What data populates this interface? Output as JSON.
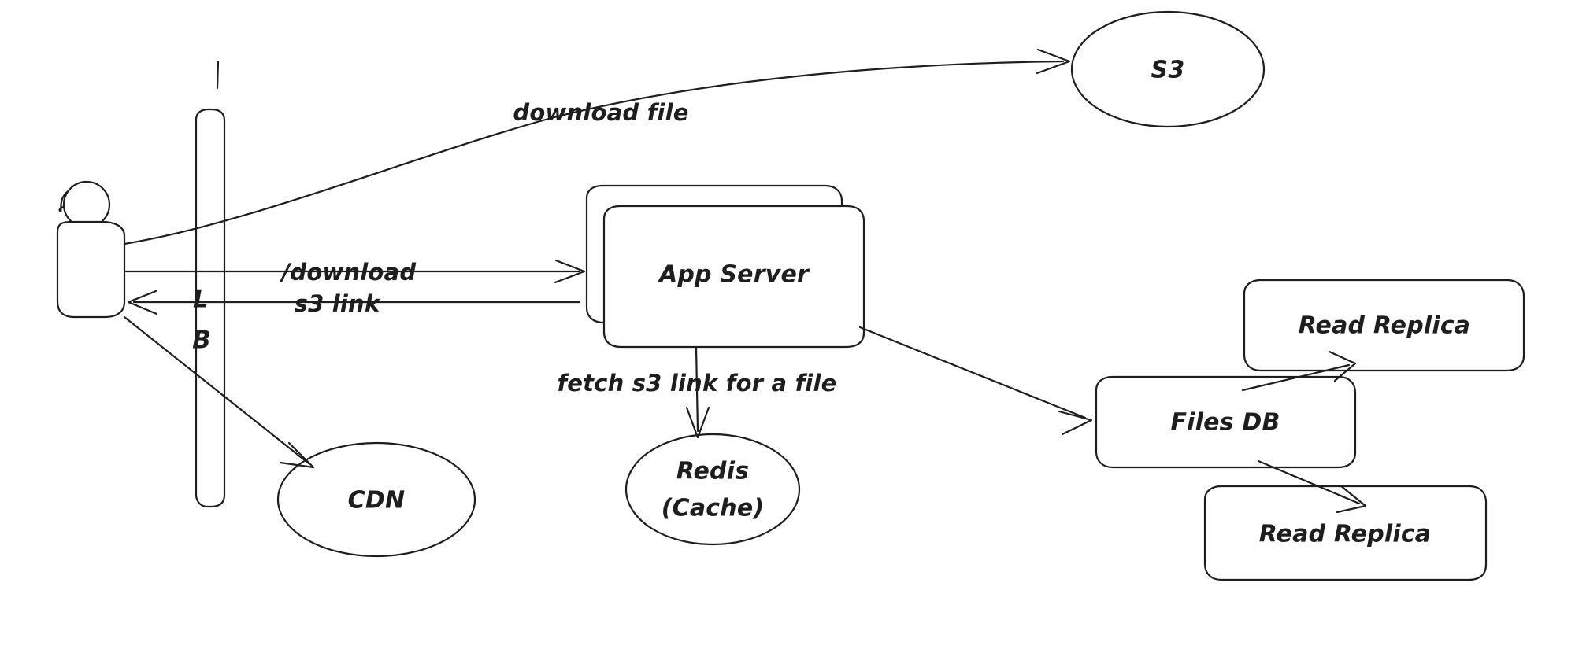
{
  "diagram": {
    "title": "File download flow architecture",
    "style": "hand-drawn sketch",
    "background_color": "#ffffff",
    "stroke_color": "#1e1e1e",
    "nodes": {
      "actor": {
        "label": "",
        "shape": "stick-figure"
      },
      "load_balancer": {
        "line1": "L",
        "line2": "B",
        "shape": "rounded-rectangle-vertical"
      },
      "app_server": {
        "label": "App Server",
        "shape": "stacked-rounded-rectangle"
      },
      "s3": {
        "label": "S3",
        "shape": "ellipse"
      },
      "cdn": {
        "label": "CDN",
        "shape": "ellipse"
      },
      "redis": {
        "line1": "Redis",
        "line2": "(Cache)",
        "shape": "ellipse"
      },
      "files_db": {
        "label": "Files DB",
        "shape": "rounded-rectangle"
      },
      "read_replica_top": {
        "label": "Read Replica",
        "shape": "rounded-rectangle"
      },
      "read_replica_bottom": {
        "label": "Read Replica",
        "shape": "rounded-rectangle"
      }
    },
    "edge_labels": {
      "download_file": "download file",
      "download_route": "/download",
      "s3_link": "s3 link",
      "fetch_s3_link": "fetch s3 link for a file"
    }
  }
}
